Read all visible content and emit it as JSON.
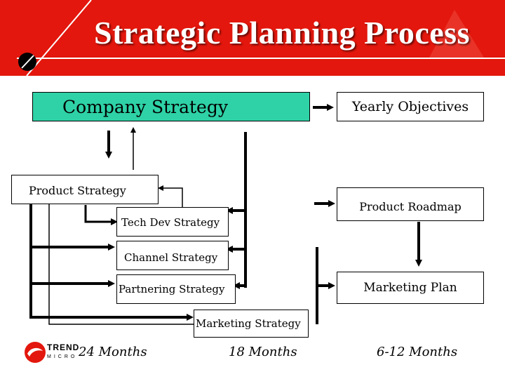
{
  "header": {
    "title": "Strategic Planning Process",
    "brand_color": "#e3170d"
  },
  "boxes": {
    "company_strategy": "Company Strategy",
    "yearly_objectives": "Yearly Objectives",
    "product_strategy": "Product Strategy",
    "product_roadmap": "Product Roadmap",
    "tech_dev_strategy": "Tech Dev Strategy",
    "channel_strategy": "Channel Strategy",
    "partnering_strategy": "Partnering Strategy",
    "marketing_plan": "Marketing Plan",
    "marketing_strategy": "Marketing Strategy"
  },
  "colors": {
    "company_strategy_fill": "#2ed2a6"
  },
  "timeline": [
    "24 Months",
    "18 Months",
    "6-12 Months"
  ],
  "logo": {
    "line1": "TREND",
    "line2": "MICRO",
    "icon": "trend-micro-logo-icon"
  }
}
